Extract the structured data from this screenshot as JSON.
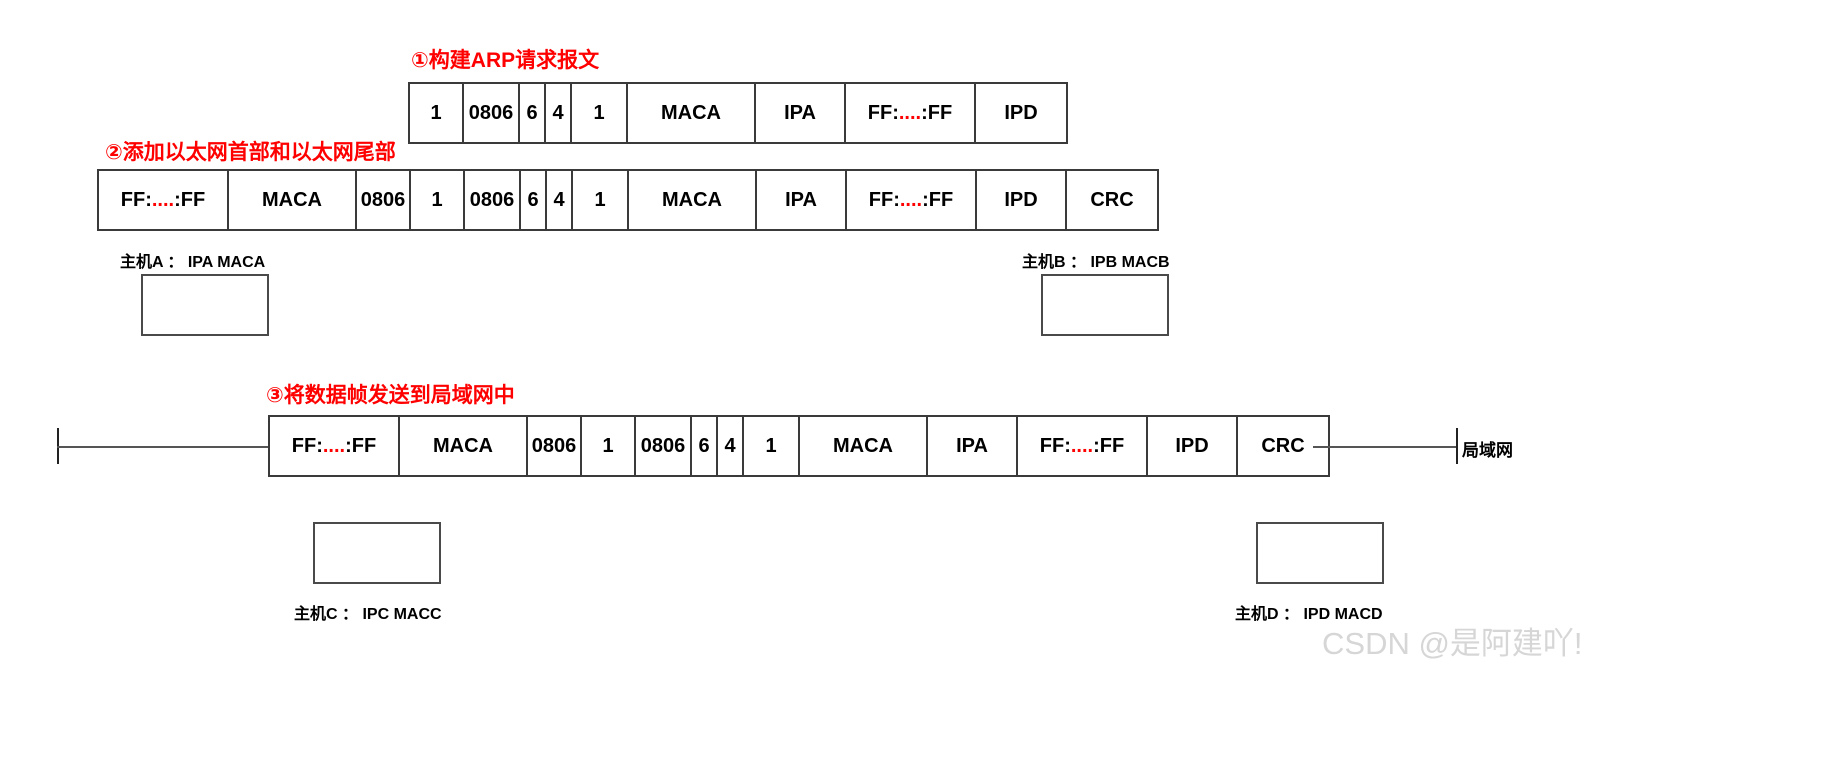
{
  "steps": [
    {
      "id": "step1",
      "label": "①构建ARP请求报文"
    },
    {
      "id": "step2",
      "label": "②添加以太网首部和以太网尾部"
    },
    {
      "id": "step3",
      "label": "③将数据帧发送到局域网中"
    }
  ],
  "packets": [
    {
      "name": "arp-request-packet",
      "cells": [
        {
          "text": "1",
          "width": 54
        },
        {
          "text": "0806",
          "width": 56
        },
        {
          "text": "6",
          "width": 26
        },
        {
          "text": "4",
          "width": 26
        },
        {
          "text": "1",
          "width": 56
        },
        {
          "text": "MACA",
          "width": 128
        },
        {
          "text": "IPA",
          "width": 90
        },
        {
          "text": "FF:....:FF",
          "width": 130,
          "dots": true
        },
        {
          "text": "IPD",
          "width": 90
        }
      ]
    },
    {
      "name": "ethernet-frame-packet",
      "cells": [
        {
          "text": "FF:....:FF",
          "width": 130,
          "dots": true
        },
        {
          "text": "MACA",
          "width": 128
        },
        {
          "text": "0806",
          "width": 54
        },
        {
          "text": "1",
          "width": 54
        },
        {
          "text": "0806",
          "width": 56
        },
        {
          "text": "6",
          "width": 26
        },
        {
          "text": "4",
          "width": 26
        },
        {
          "text": "1",
          "width": 56
        },
        {
          "text": "MACA",
          "width": 128
        },
        {
          "text": "IPA",
          "width": 90
        },
        {
          "text": "FF:....:FF",
          "width": 130,
          "dots": true
        },
        {
          "text": "IPD",
          "width": 90
        },
        {
          "text": "CRC",
          "width": 90
        }
      ]
    },
    {
      "name": "lan-frame-packet",
      "cells": [
        {
          "text": "FF:....:FF",
          "width": 130,
          "dots": true
        },
        {
          "text": "MACA",
          "width": 128
        },
        {
          "text": "0806",
          "width": 54
        },
        {
          "text": "1",
          "width": 54
        },
        {
          "text": "0806",
          "width": 56
        },
        {
          "text": "6",
          "width": 26
        },
        {
          "text": "4",
          "width": 26
        },
        {
          "text": "1",
          "width": 56
        },
        {
          "text": "MACA",
          "width": 128
        },
        {
          "text": "IPA",
          "width": 90
        },
        {
          "text": "FF:....:FF",
          "width": 130,
          "dots": true
        },
        {
          "text": "IPD",
          "width": 90
        },
        {
          "text": "CRC",
          "width": 90
        }
      ]
    }
  ],
  "hosts": [
    {
      "name": "host-a",
      "label": "主机A ：  IPA  MACA"
    },
    {
      "name": "host-b",
      "label": "主机B ：  IPB  MACB"
    },
    {
      "name": "host-c",
      "label": "主机C ：  IPC  MACC"
    },
    {
      "name": "host-d",
      "label": "主机D ：  IPD  MACD"
    }
  ],
  "lan": {
    "label": "局域网"
  },
  "watermark": {
    "text": "CSDN @是阿建吖!"
  },
  "colors": {
    "accent_red": "#ff0000",
    "border": "#3a3a3a",
    "watermark": "#d6d6d6"
  }
}
